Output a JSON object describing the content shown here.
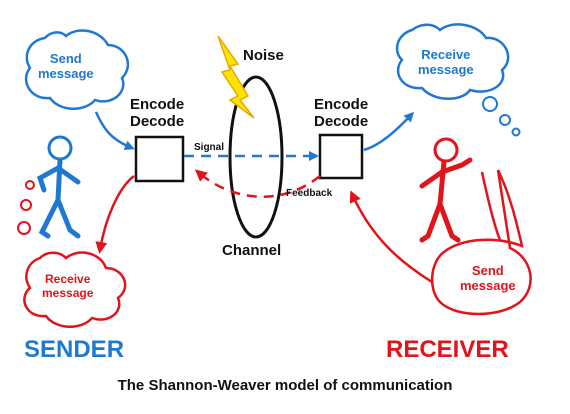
{
  "diagram": {
    "caption": "The Shannon-Weaver model of communication",
    "sender": {
      "title": "SENDER",
      "send_bubble": [
        "Send",
        "message"
      ],
      "receive_bubble": [
        "Receive",
        "message"
      ]
    },
    "receiver": {
      "title": "RECEIVER",
      "receive_bubble": [
        "Receive",
        "message"
      ],
      "send_bubble": [
        "Send",
        "message"
      ]
    },
    "left_box_label": [
      "Encode",
      "Decode"
    ],
    "right_box_label": [
      "Encode",
      "Decode"
    ],
    "noise_label": "Noise",
    "channel_label": "Channel",
    "signal_label": "Signal",
    "feedback_label": "Feedback"
  },
  "colors": {
    "sender": "#1f78d1",
    "receiver": "#e0141b",
    "noise": "#ffe500",
    "ink": "#111111"
  },
  "icons": [
    "stick-figure-sender",
    "stick-figure-receiver",
    "lightning-bolt-icon",
    "thought-bubble",
    "speech-bubble"
  ]
}
